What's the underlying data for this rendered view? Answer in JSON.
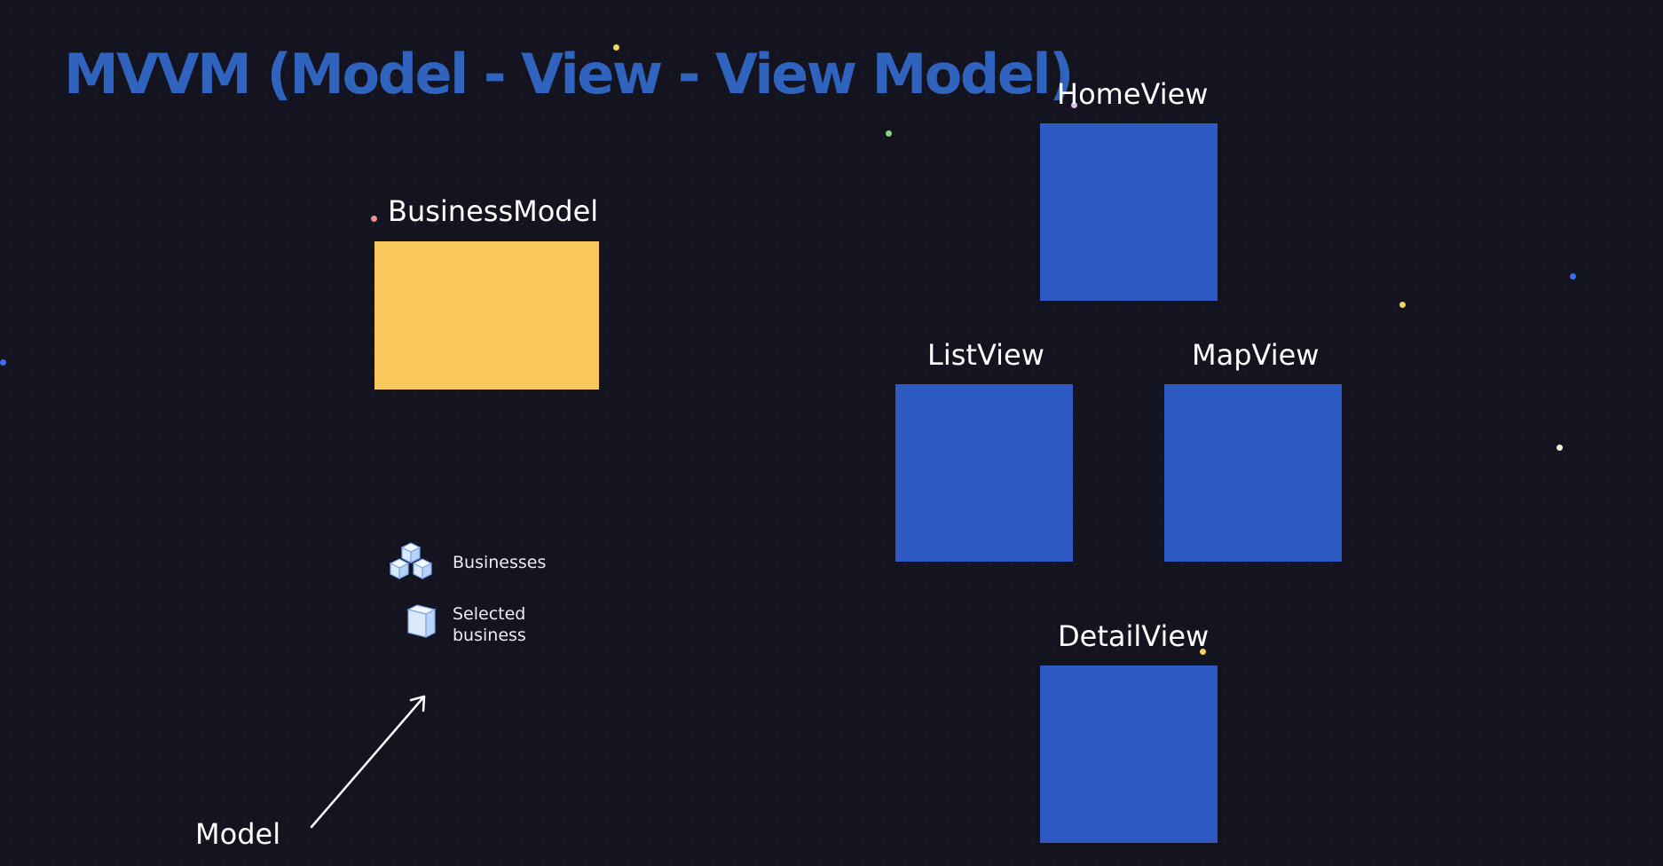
{
  "title": "MVVM (Model - View - View Model)",
  "model_section": {
    "box_label": "BusinessModel",
    "properties": [
      {
        "label": "Businesses",
        "icon": "cubes-icon"
      },
      {
        "label": "Selected business",
        "line1": "Selected",
        "line2": "business",
        "icon": "cube-icon"
      }
    ],
    "annotation": "Model"
  },
  "views": [
    {
      "label": "HomeView"
    },
    {
      "label": "ListView"
    },
    {
      "label": "MapView"
    },
    {
      "label": "DetailView"
    }
  ],
  "colors": {
    "background": "#13141f",
    "title": "#2f63bd",
    "view_box": "#2d59c2",
    "model_box": "#f8c85c",
    "text": "#ffffff"
  }
}
